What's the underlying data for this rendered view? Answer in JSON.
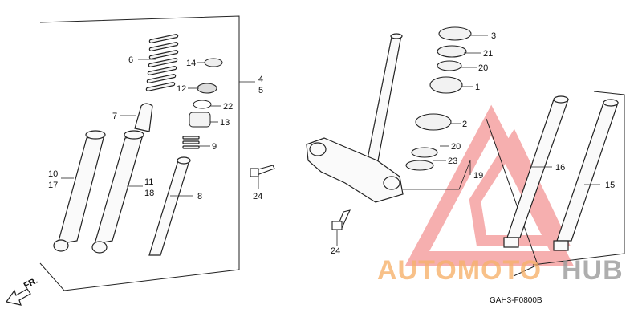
{
  "diagram": {
    "part_numbers": [
      "1",
      "2",
      "3",
      "4",
      "5",
      "6",
      "7",
      "8",
      "9",
      "10",
      "11",
      "12",
      "13",
      "14",
      "15",
      "16",
      "17",
      "18",
      "19",
      "20",
      "20",
      "21",
      "22",
      "23",
      "24",
      "24"
    ],
    "front_arrow_label": "FR.",
    "drawing_code": "GAH3-F0800B",
    "watermark": {
      "brand_part1": "AUTOMOTO",
      "brand_part2": "HUB",
      "colors": {
        "orange": "#f6b26b",
        "red": "#ef8a8a",
        "gray": "#9a9a9a"
      }
    }
  }
}
